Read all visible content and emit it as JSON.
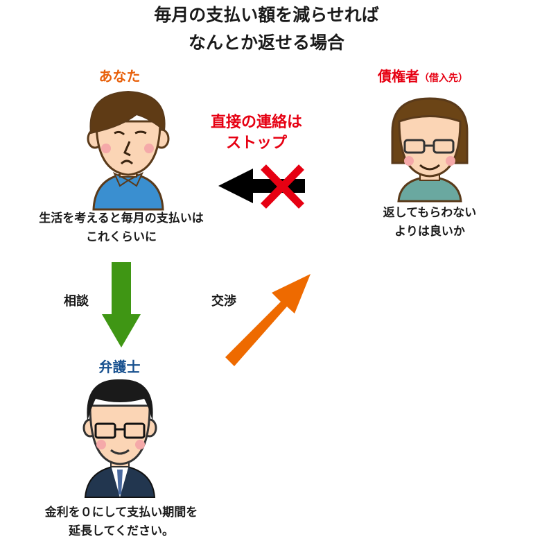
{
  "title": {
    "line1": "毎月の支払い額を減らせれば",
    "line2": "なんとか返せる場合"
  },
  "you": {
    "label": "あなた",
    "thought_line1": "生活を考えると毎月の支払いは",
    "thought_line2": "これくらいに"
  },
  "creditor": {
    "label": "債権者",
    "sub": "（借入先）",
    "thought_line1": "返してもらわない",
    "thought_line2": "よりは良いか"
  },
  "stop": {
    "line1": "直接の連絡は",
    "line2": "ストップ"
  },
  "consult": "相談",
  "negotiate": "交渉",
  "lawyer": {
    "label": "弁護士",
    "line1": "金利を０にして支払い期間を",
    "line2": "延長してください。"
  },
  "colors": {
    "you": "#e8600a",
    "creditor": "#e60012",
    "lawyer": "#17508f",
    "green_arrow": "#3f9614",
    "orange_arrow": "#ee6a00",
    "stop": "#e60012"
  }
}
